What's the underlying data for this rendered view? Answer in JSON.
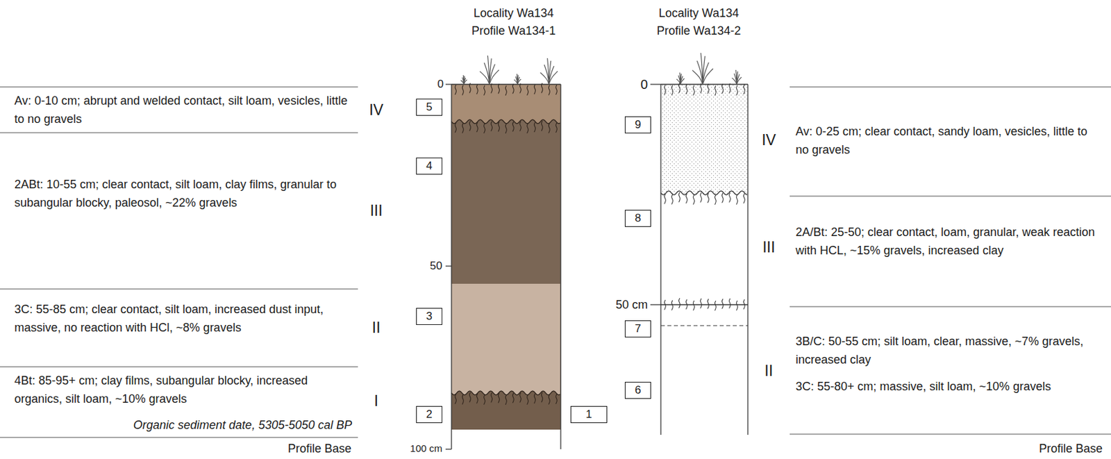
{
  "diagram": {
    "nodes": [
      {
        "text": [
          "5"
        ]
      },
      {
        "text": [
          "4"
        ]
      },
      {
        "text": [
          "3"
        ]
      },
      {
        "text": [
          "2"
        ]
      },
      {
        "text": [
          "1"
        ]
      },
      {
        "text": [
          "9"
        ]
      },
      {
        "text": [
          "8"
        ]
      },
      {
        "text": [
          "7"
        ]
      },
      {
        "text": [
          "6"
        ]
      }
    ],
    "labels": [
      "Locality Wa134",
      "Profile Wa134-1",
      "Locality Wa134",
      "Profile Wa134-2",
      "Av: 0-10 cm; abrupt and welded contact, silt loam, vesicles, little to no gravels",
      "IV",
      "2ABt: 10-55 cm; clear contact, silt loam, clay films, granular to subangular blocky, paleosol, ~22% gravels",
      "III",
      "3C: 55-85 cm; clear contact, silt loam, increased dust input, massive, no reaction with HCl, ~8% gravels",
      "II",
      "4Bt: 85-95+ cm; clay films, subangular blocky, increased organics, silt loam, ~10% gravels",
      "I",
      "Organic sediment date, 5305-5050 cal BP",
      "Profile Base",
      "0",
      "50",
      "100 cm",
      "0",
      "50 cm",
      "IV",
      "Av: 0-25 cm; clear contact, sandy loam, vesicles, little to no gravels",
      "III",
      "2A/Bt: 25-50; clear contact, loam, granular, weak reaction with HCL, ~15% gravels, increased clay",
      "II",
      "3B/C: 50-55 cm; silt loam, clear, massive, ~7% gravels, increased clay",
      "3C: 55-80+ cm; massive, silt loam, ~10% gravels",
      "Profile Base"
    ]
  }
}
